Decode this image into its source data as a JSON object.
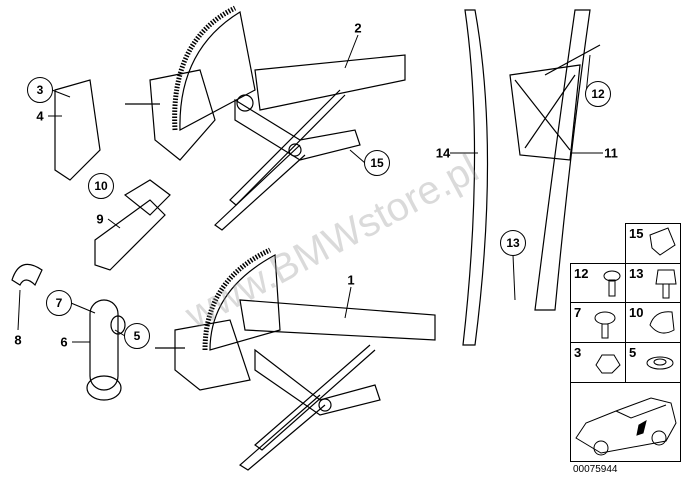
{
  "watermark": "www.BMWstore.pl",
  "callouts": {
    "c1": "1",
    "c2": "2",
    "c3": "3",
    "c4": "4",
    "c5": "5",
    "c6": "6",
    "c7": "7",
    "c8": "8",
    "c9": "9",
    "c10": "10",
    "c11": "11",
    "c12": "12",
    "c13": "13",
    "c14": "14",
    "c15": "15"
  },
  "grid": {
    "g15": "15",
    "g12": "12",
    "g13": "13",
    "g7": "7",
    "g10": "10",
    "g3": "3",
    "g5": "5"
  },
  "diagram_code": "00075944"
}
